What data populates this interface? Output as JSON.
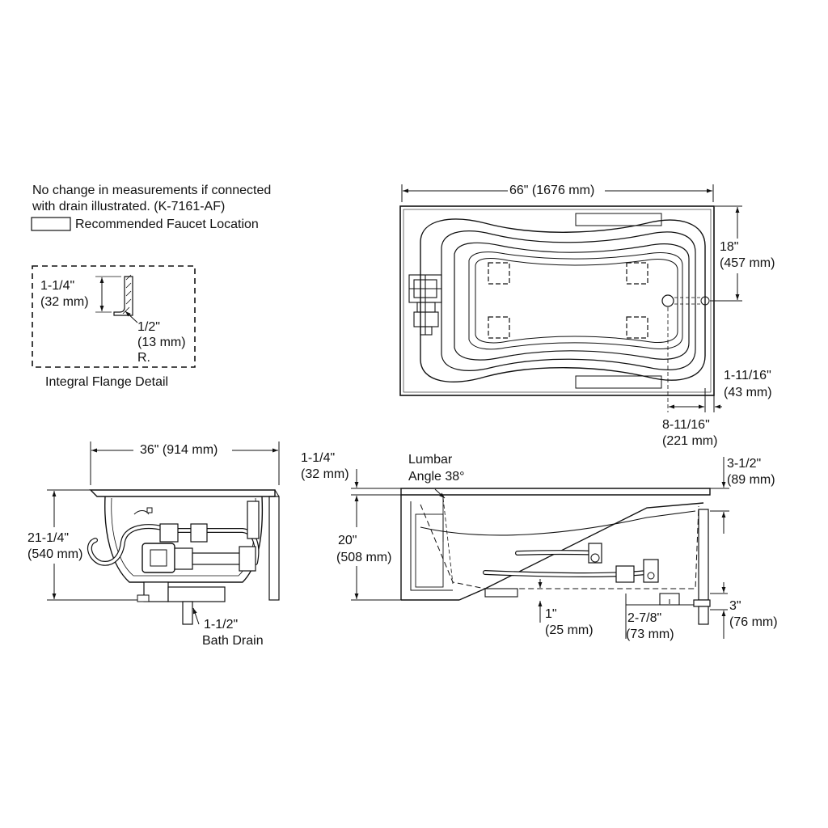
{
  "notes": {
    "line1": "No change in measurements if connected",
    "line2": "with drain illustrated. (K-7161-AF)",
    "faucet_legend": "Recommended Faucet Location"
  },
  "flange_detail": {
    "height_in": "1-1/4\"",
    "height_mm": "(32 mm)",
    "radius_in": "1/2\"",
    "radius_mm": "(13 mm)",
    "radius_suffix": "R.",
    "caption": "Integral Flange Detail"
  },
  "plan_view": {
    "length": "66\" (1676 mm)",
    "drain_offset_in": "18\"",
    "drain_offset_mm": "(457 mm)",
    "rim_in": "1-11/16\"",
    "rim_mm": "(43 mm)",
    "drain_edge_in": "8-11/16\"",
    "drain_edge_mm": "(221 mm)"
  },
  "end_view": {
    "width": "36\" (914 mm)",
    "height_in": "21-1/4\"",
    "height_mm": "(540 mm)",
    "drain_in": "1-1/2\"",
    "drain_label": "Bath Drain"
  },
  "side_view": {
    "flange_in": "1-1/4\"",
    "flange_mm": "(32 mm)",
    "lumbar_line1": "Lumbar",
    "lumbar_line2": "Angle 38°",
    "height_in": "20\"",
    "height_mm": "(508 mm)",
    "overflow_in": "3-1/2\"",
    "overflow_mm": "(89 mm)",
    "foot_in": "1\"",
    "foot_mm": "(25 mm)",
    "drain_in": "2-7/8\"",
    "drain_mm": "(73 mm)",
    "drain_height_in": "3\"",
    "drain_height_mm": "(76 mm)"
  }
}
